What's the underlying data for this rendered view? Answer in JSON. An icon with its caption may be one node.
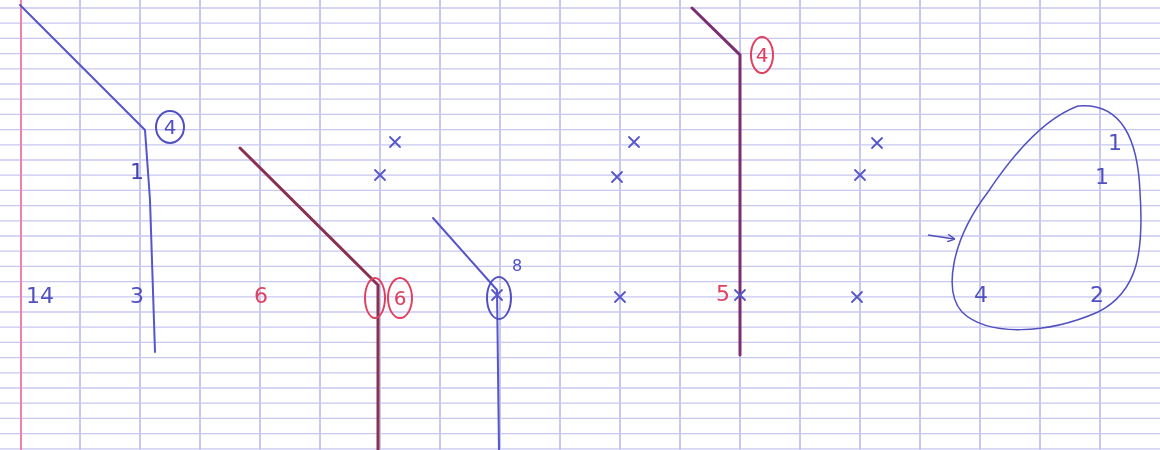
{
  "diagram": {
    "nodes": [
      {
        "text": [
          "4"
        ]
      },
      {
        "text": [],
        "shape": "circle"
      },
      {
        "text": [
          "6"
        ]
      },
      {
        "text": [],
        "shape": "circle"
      },
      {
        "text": [
          "4"
        ]
      },
      {
        "text": [
          "1",
          "1",
          "4",
          "2"
        ]
      }
    ],
    "edges": [
      {
        "from": null,
        "to": 5,
        "arrow": "to"
      }
    ],
    "labels": [
      "14",
      "1",
      "3",
      "6",
      "8",
      "5"
    ]
  }
}
